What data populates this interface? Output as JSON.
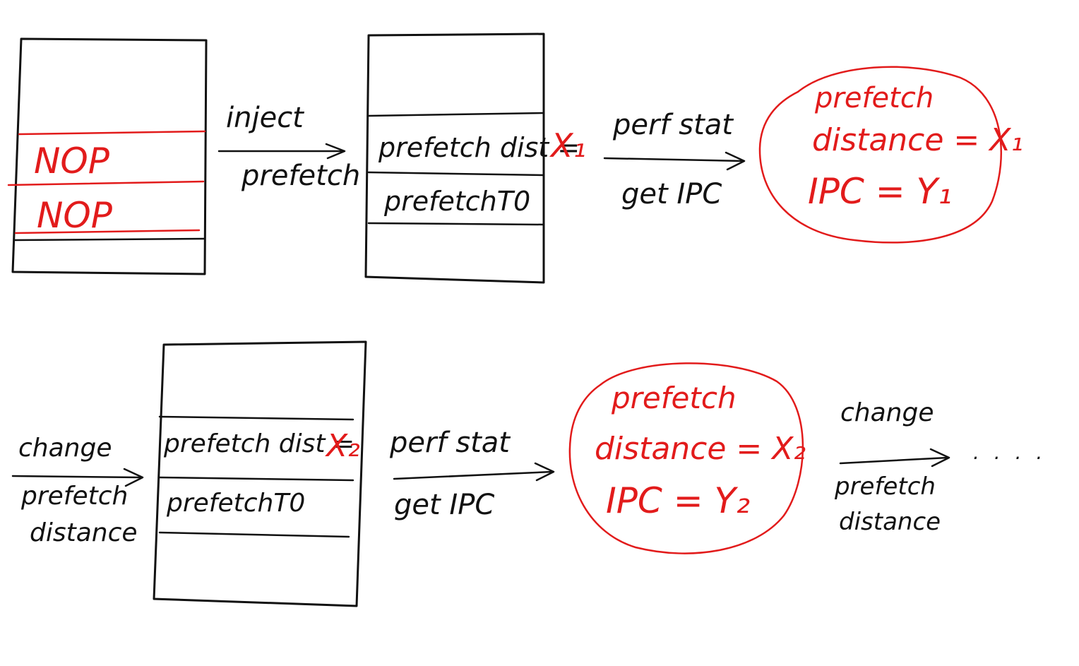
{
  "row1": {
    "box1": {
      "slot1": "NOP",
      "slot2": "NOP"
    },
    "arrow1": {
      "top": "inject",
      "bottom": "prefetch"
    },
    "box2": {
      "slot1_prefix": "prefetch dist =",
      "slot1_value": "X₁",
      "slot2": "prefetchT0"
    },
    "arrow2": {
      "top": "perf  stat",
      "bottom": "get  IPC"
    },
    "result": {
      "line1": "prefetch",
      "line2": "distance = X₁",
      "line3": "IPC = Y₁"
    }
  },
  "row2": {
    "arrow0": {
      "top": "change",
      "bottom1": "prefetch",
      "bottom2": "distance"
    },
    "box": {
      "slot1_prefix": "prefetch dist =",
      "slot1_value": "X₂",
      "slot2": "prefetchT0"
    },
    "arrow1": {
      "top": "perf  stat",
      "bottom": "get  IPC"
    },
    "result": {
      "line1": "prefetch",
      "line2": "distance = X₂",
      "line3": "IPC = Y₂"
    },
    "arrow2": {
      "top": "change",
      "bottom1": "prefetch",
      "bottom2": "distance"
    },
    "ellipsis": ". . . ."
  },
  "colors": {
    "ink": "#111111",
    "accent": "#e21b1b"
  }
}
